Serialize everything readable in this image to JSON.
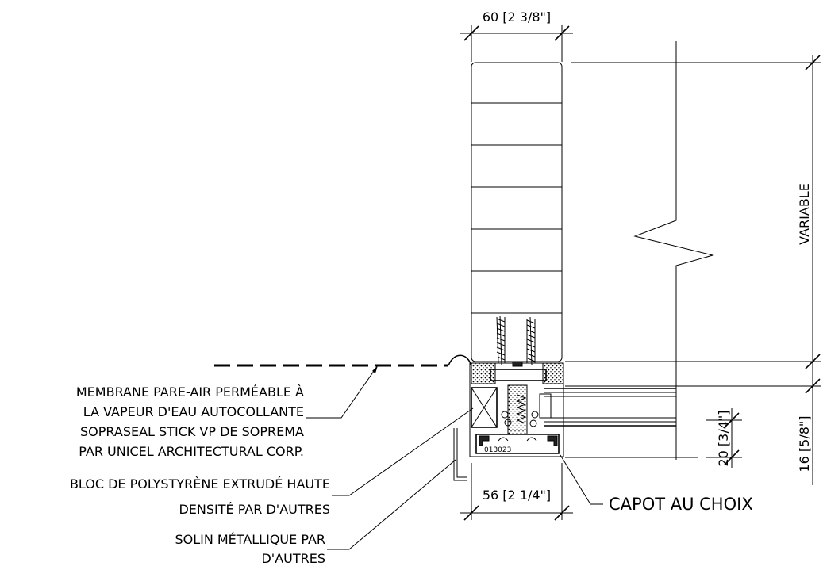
{
  "dimensions": {
    "top_width": "60 [2 3/8\"]",
    "bottom_width": "56 [2 1/4\"]",
    "variable": "VARIABLE",
    "small_height": "20 [3/4\"]",
    "frame_height": "16 [5/8\"]"
  },
  "callouts": {
    "membrane": [
      "MEMBRANE PARE-AIR PERMÉABLE À",
      "LA VAPEUR D'EAU AUTOCOLLANTE",
      "SOPRASEAL STICK  VP DE SOPREMA",
      "PAR UNICEL ARCHITECTURAL CORP."
    ],
    "bloc": [
      "BLOC DE POLYSTYRÈNE EXTRUDÉ HAUTE",
      "DENSITÉ PAR D'AUTRES"
    ],
    "solin": [
      "SOLIN MÉTALLIQUE PAR",
      "D'AUTRES"
    ],
    "capot": "CAPOT AU CHOIX",
    "part_number": "013023"
  },
  "colors": {
    "line": "#000000",
    "background": "#ffffff"
  }
}
